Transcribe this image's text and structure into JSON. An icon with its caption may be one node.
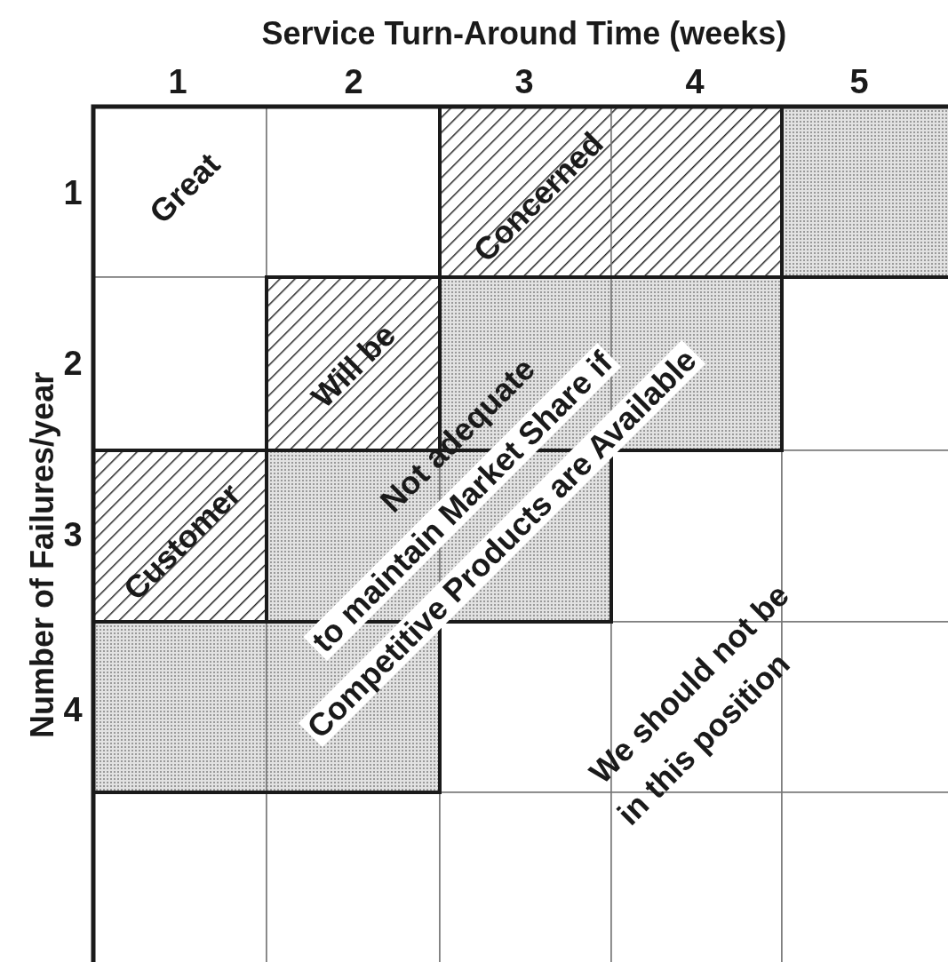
{
  "diagram": {
    "title": "Service Turn-Around Time (weeks)",
    "labels": [
      "1",
      "2",
      "3",
      "4",
      "5",
      "Number of Failures/year",
      "1",
      "2",
      "3",
      "4",
      "Great",
      "Concerned",
      "Will be",
      "Customer",
      "Not adequate",
      "to maintain Market Share if",
      "Competitive Products are Available",
      "We should not be",
      "in this position"
    ]
  }
}
